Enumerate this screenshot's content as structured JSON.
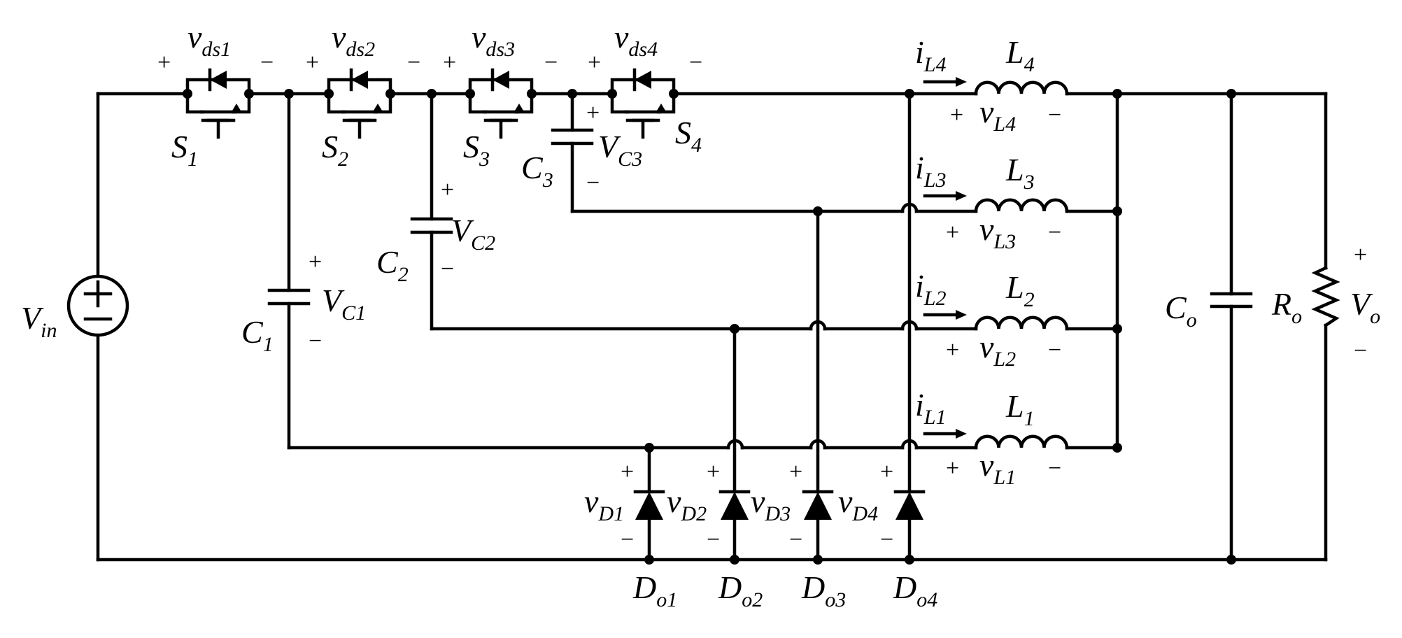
{
  "diagram": {
    "source": {
      "sym": "V",
      "sub": "in"
    },
    "switches": [
      {
        "sym": "S",
        "sub": "1"
      },
      {
        "sym": "S",
        "sub": "2"
      },
      {
        "sym": "S",
        "sub": "3"
      },
      {
        "sym": "S",
        "sub": "4"
      }
    ],
    "switch_voltages": [
      {
        "sym": "v",
        "sub": "ds1"
      },
      {
        "sym": "v",
        "sub": "ds2"
      },
      {
        "sym": "v",
        "sub": "ds3"
      },
      {
        "sym": "v",
        "sub": "ds4"
      }
    ],
    "capacitors": [
      {
        "sym": "C",
        "sub": "1"
      },
      {
        "sym": "C",
        "sub": "2"
      },
      {
        "sym": "C",
        "sub": "3"
      }
    ],
    "capacitor_voltages": [
      {
        "sym": "V",
        "sub": "C1"
      },
      {
        "sym": "V",
        "sub": "C2"
      },
      {
        "sym": "V",
        "sub": "C3"
      }
    ],
    "inductors": [
      {
        "sym": "L",
        "sub": "1"
      },
      {
        "sym": "L",
        "sub": "2"
      },
      {
        "sym": "L",
        "sub": "3"
      },
      {
        "sym": "L",
        "sub": "4"
      }
    ],
    "inductor_currents": [
      {
        "sym": "i",
        "sub": "L1"
      },
      {
        "sym": "i",
        "sub": "L2"
      },
      {
        "sym": "i",
        "sub": "L3"
      },
      {
        "sym": "i",
        "sub": "L4"
      }
    ],
    "inductor_voltages": [
      {
        "sym": "v",
        "sub": "L1"
      },
      {
        "sym": "v",
        "sub": "L2"
      },
      {
        "sym": "v",
        "sub": "L3"
      },
      {
        "sym": "v",
        "sub": "L4"
      }
    ],
    "diodes": [
      {
        "sym": "D",
        "sub": "o1"
      },
      {
        "sym": "D",
        "sub": "o2"
      },
      {
        "sym": "D",
        "sub": "o3"
      },
      {
        "sym": "D",
        "sub": "o4"
      }
    ],
    "diode_voltages": [
      {
        "sym": "v",
        "sub": "D1"
      },
      {
        "sym": "v",
        "sub": "D2"
      },
      {
        "sym": "v",
        "sub": "D3"
      },
      {
        "sym": "v",
        "sub": "D4"
      }
    ],
    "output_capacitor": {
      "sym": "C",
      "sub": "o"
    },
    "load": {
      "sym": "R",
      "sub": "o"
    },
    "output_voltage": {
      "sym": "V",
      "sub": "o"
    },
    "signs": {
      "plus": "+",
      "minus": "−"
    }
  }
}
